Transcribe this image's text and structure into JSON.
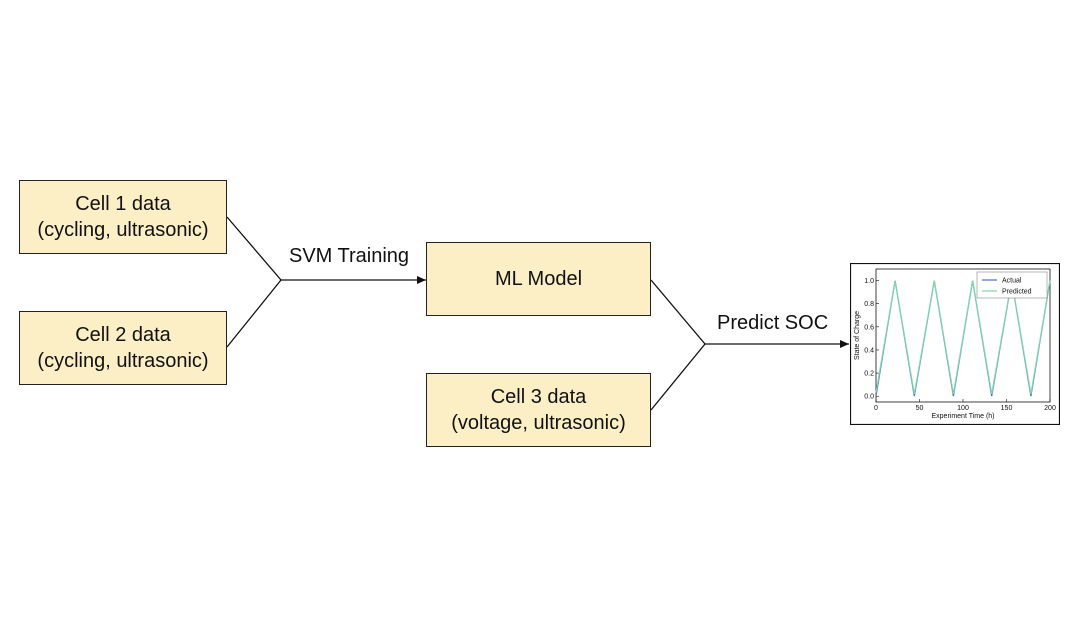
{
  "nodes": {
    "cell1": {
      "line1": "Cell 1 data",
      "line2": "(cycling, ultrasonic)"
    },
    "cell2": {
      "line1": "Cell 2 data",
      "line2": "(cycling, ultrasonic)"
    },
    "model": {
      "line1": "ML Model"
    },
    "cell3": {
      "line1": "Cell 3 data",
      "line2": "(voltage, ultrasonic)"
    }
  },
  "edges": {
    "training": "SVM Training",
    "predict": "Predict SOC"
  },
  "colors": {
    "box_fill": "#fcefc6",
    "actual": "#4a6fd0",
    "predicted": "#7fd8a6"
  },
  "chart_data": {
    "type": "line",
    "xlabel": "Experiment Time (h)",
    "ylabel": "State of Charge",
    "xlim": [
      0,
      200
    ],
    "ylim": [
      -0.05,
      1.1
    ],
    "xticks": [
      0,
      50,
      100,
      150,
      200
    ],
    "yticks": [
      0.0,
      0.2,
      0.4,
      0.6,
      0.8,
      1.0
    ],
    "xtick_labels": [
      "0",
      "50",
      "100",
      "150",
      "200"
    ],
    "ytick_labels": [
      "0.0",
      "0.2",
      "0.4",
      "0.6",
      "0.8",
      "1.0"
    ],
    "legend_position": "top-right",
    "series": [
      {
        "name": "Actual",
        "x": [
          0,
          22,
          44,
          67,
          89,
          111,
          133,
          156,
          178,
          200
        ],
        "y": [
          0.0,
          1.0,
          0.0,
          1.0,
          0.0,
          1.0,
          0.0,
          1.0,
          0.0,
          1.0
        ]
      },
      {
        "name": "Predicted",
        "x": [
          0,
          22,
          44,
          67,
          89,
          111,
          133,
          156,
          178,
          200
        ],
        "y": [
          0.03,
          1.0,
          0.02,
          1.0,
          0.02,
          1.0,
          0.02,
          1.0,
          0.02,
          1.0
        ]
      }
    ]
  }
}
